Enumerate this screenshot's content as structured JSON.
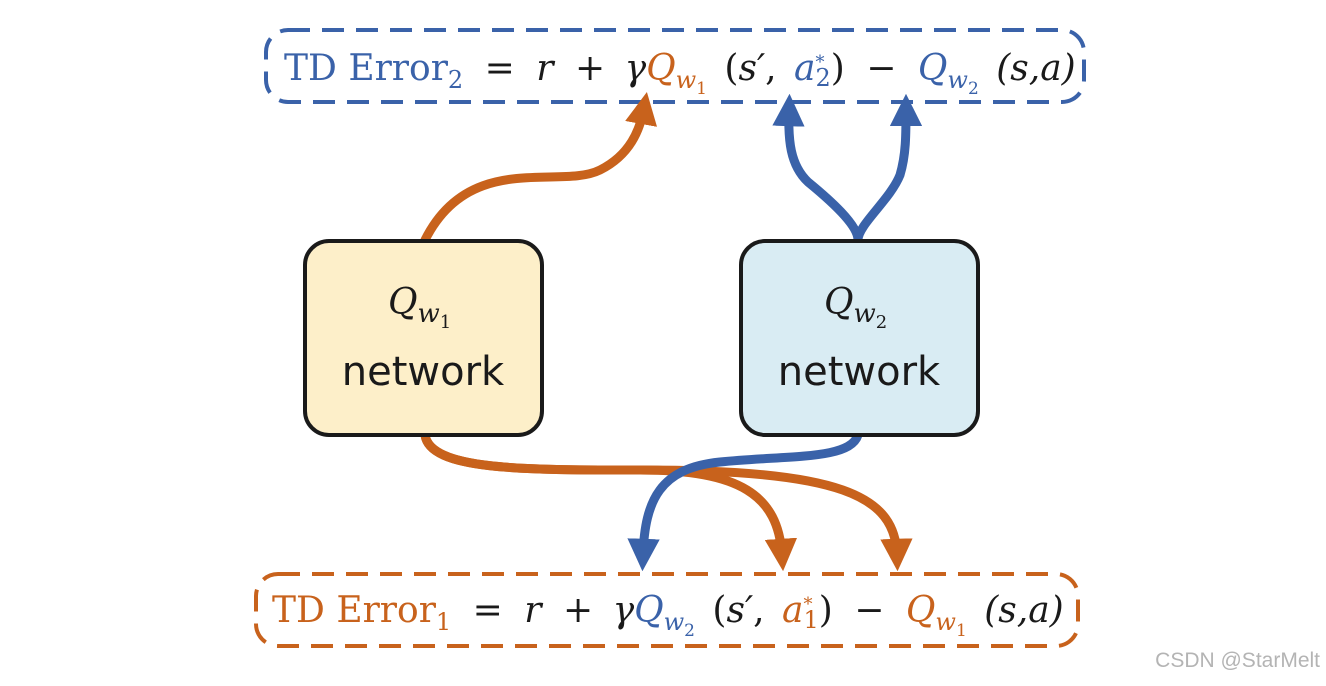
{
  "colors": {
    "orange": "#c8621c",
    "blue": "#3a62a9",
    "box1_fill": "#fdefc9",
    "box2_fill": "#d9ecf3",
    "text": "#1a1a1a"
  },
  "top_equation": {
    "lhs_name": "TD Error",
    "lhs_sub": "2",
    "eq": "=",
    "r": "r",
    "plus": "+",
    "gamma": "γ",
    "q1": "Q",
    "q1_sub": "w",
    "q1_subsub": "1",
    "open": "(",
    "s_prime": "s′",
    "comma": ",",
    "a": "a",
    "a_sup": "*",
    "a_sub": "2",
    "close": ")",
    "minus": "−",
    "q2": "Q",
    "q2_sub": "w",
    "q2_subsub": "2",
    "args": "(s,a)"
  },
  "bottom_equation": {
    "lhs_name": "TD Error",
    "lhs_sub": "1",
    "eq": "=",
    "r": "r",
    "plus": "+",
    "gamma": "γ",
    "q1": "Q",
    "q1_sub": "w",
    "q1_subsub": "2",
    "open": "(",
    "s_prime": "s′",
    "comma": ",",
    "a": "a",
    "a_sup": "*",
    "a_sub": "1",
    "close": ")",
    "minus": "−",
    "q2": "Q",
    "q2_sub": "w",
    "q2_subsub": "1",
    "args": "(s,a)"
  },
  "node1": {
    "q": "Q",
    "sub": "w",
    "subsub": "1",
    "label": "network"
  },
  "node2": {
    "q": "Q",
    "sub": "w",
    "subsub": "2",
    "label": "network"
  },
  "watermark": "CSDN @StarMelt"
}
